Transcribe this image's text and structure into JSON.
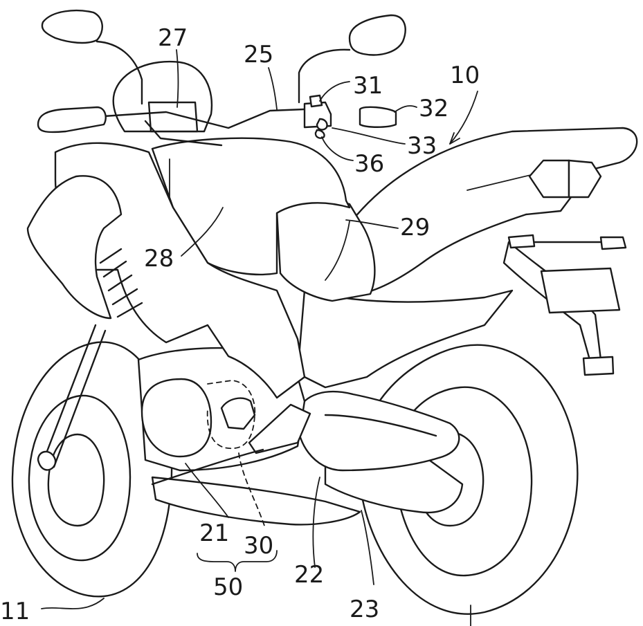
{
  "labels": {
    "l10": "10",
    "l11": "11",
    "l21": "21",
    "l22": "22",
    "l23": "23",
    "l25": "25",
    "l27": "27",
    "l28": "28",
    "l29": "29",
    "l30": "30",
    "l31": "31",
    "l32": "32",
    "l33": "33",
    "l36": "36",
    "l50": "50"
  },
  "colors": {
    "ink": "#1a1a1a",
    "paper": "#ffffff"
  }
}
